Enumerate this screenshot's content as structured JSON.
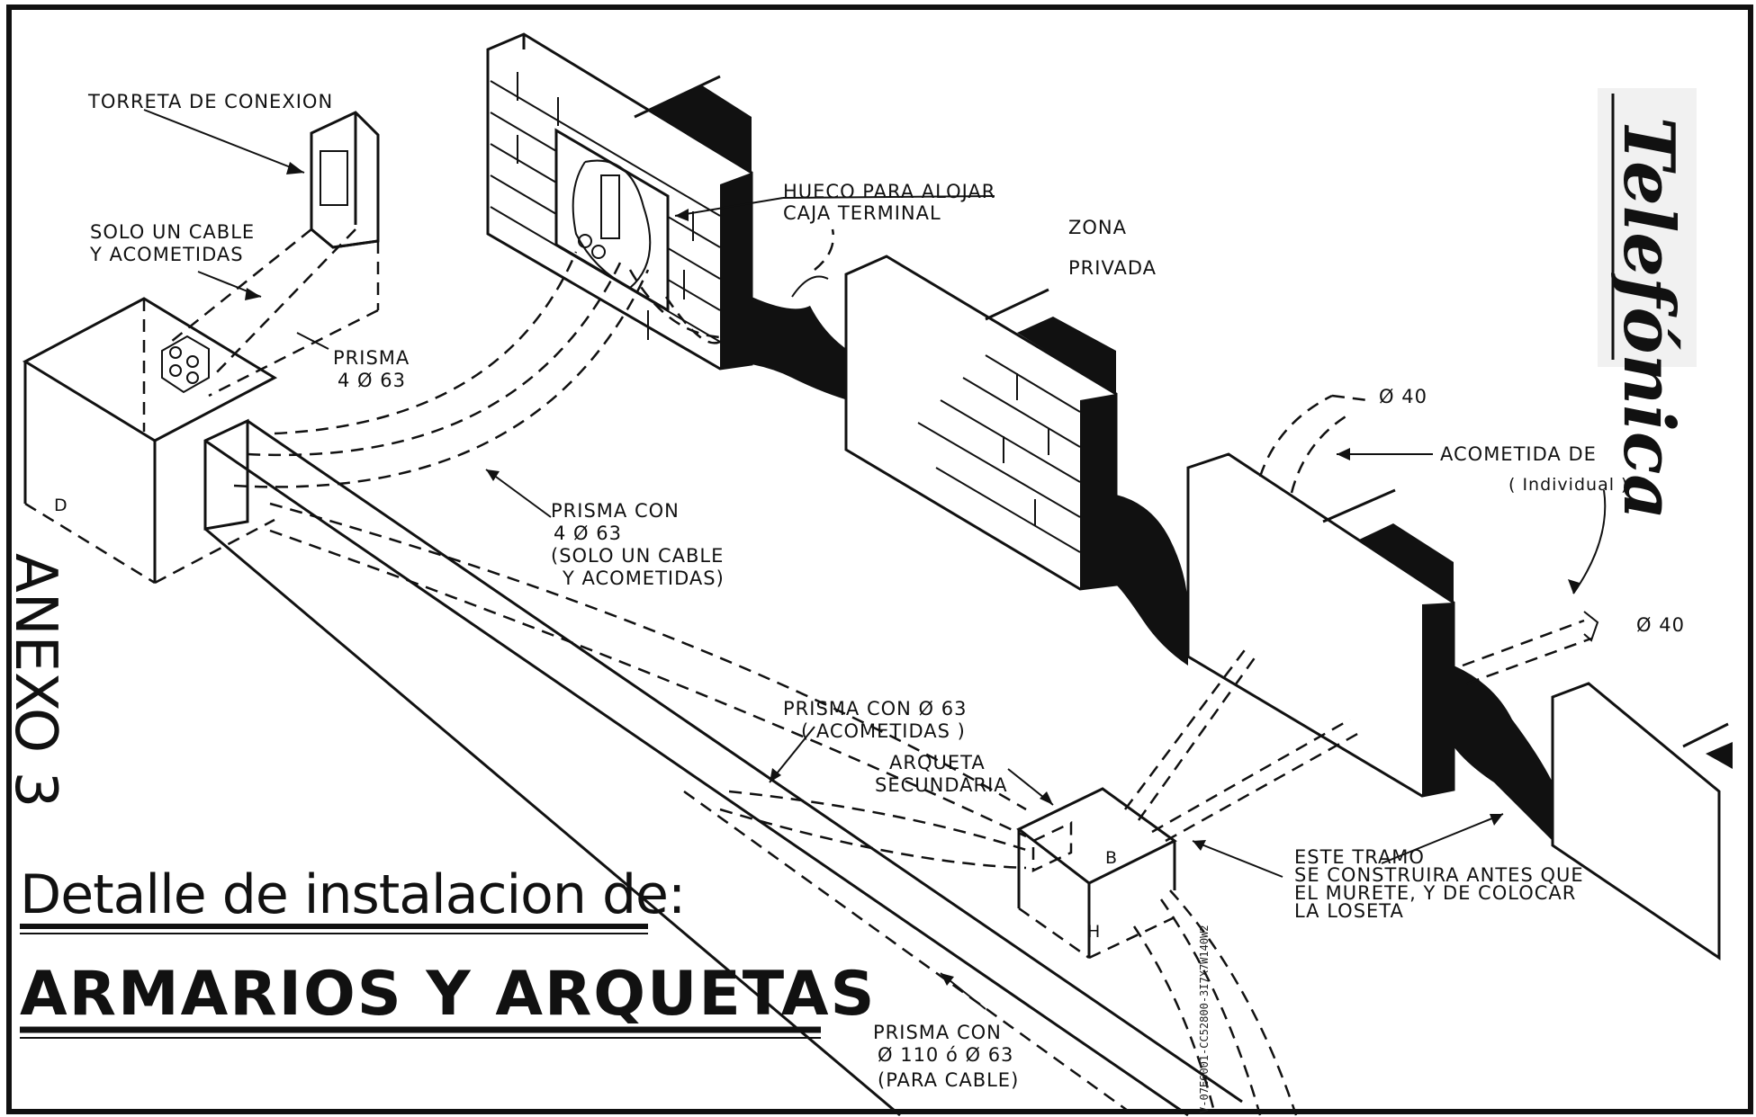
{
  "title": {
    "line1": "Detalle de instalacion de:",
    "line2": "ARMARIOS  Y  ARQUETAS"
  },
  "annex": "ANEXO 3",
  "logo": "Telefónica",
  "labels": {
    "torreta": "TORRETA  DE  CONEXION",
    "solo_cable_1": "SOLO  UN  CABLE",
    "solo_cable_2": "Y  ACOMETIDAS",
    "prisma_1": "PRISMA",
    "prisma_2": "4 Ø 63",
    "d": "D",
    "hueco_1": "HUECO  PARA  ALOJAR",
    "hueco_2": "CAJA  TERMINAL",
    "zona": "ZONA",
    "privada": "PRIVADA",
    "prisma_con_1": "PRISMA  CON",
    "prisma_con_2": "4  Ø  63",
    "prisma_con_3": "(SOLO  UN  CABLE",
    "prisma_con_4": "Y  ACOMETIDAS)",
    "d40_top": "Ø 40",
    "acometida": "ACOMETIDA  DE",
    "individual": "( Individual )",
    "d40_right": "Ø 40",
    "prisma_acom_1": "PRISMA  CON  Ø 63",
    "prisma_acom_2": "( ACOMETIDAS )",
    "arqueta_1": "ARQUETA",
    "arqueta_2": "SECUNDARIA",
    "b": "B",
    "h": "H",
    "tramo_1": "ESTE  TRAMO",
    "tramo_2": "SE  CONSTRUIRA  ANTES  QUE",
    "tramo_3": "EL  MURETE,  Y  DE  COLOCAR",
    "tramo_4": "LA  LOSETA",
    "cable_1": "PRISMA  CON",
    "cable_2": "Ø 110  ó  Ø 63",
    "cable_3": "(PARA  CABLE)"
  },
  "doc_code": "V-07E6001-CC52800-3I7X7W140W2",
  "colors": {
    "ink": "#111111",
    "paper": "#ffffff"
  }
}
